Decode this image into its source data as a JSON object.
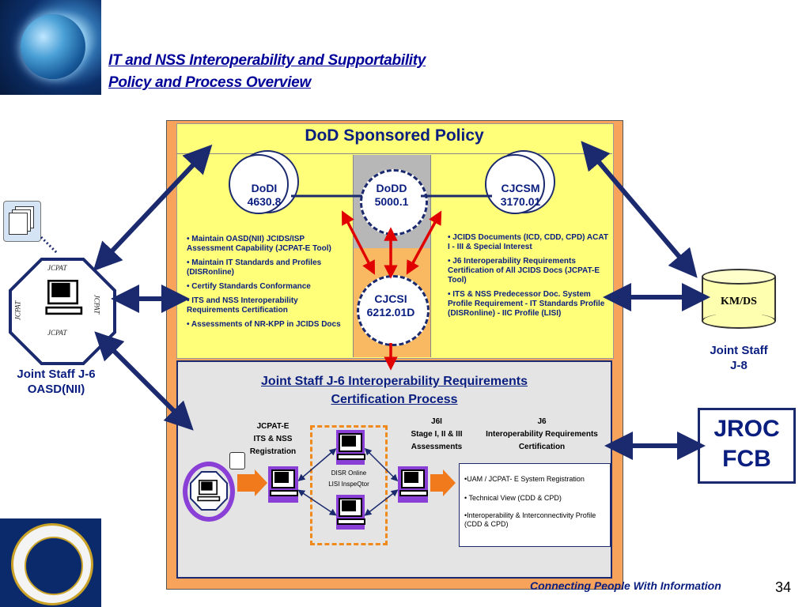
{
  "title": {
    "line1": "IT and NSS Interoperability and Supportability",
    "line2": "Policy and Process Overview"
  },
  "policy_box": {
    "header": "DoD Sponsored Policy",
    "dodi": {
      "line1": "DoDI",
      "line2": "4630.8"
    },
    "dodd": {
      "line1": "DoDD",
      "line2": "5000.1"
    },
    "cjcsm": {
      "line1": "CJCSM",
      "line2": "3170.01"
    },
    "cjcsi": {
      "line1": "CJCSI",
      "line2": "6212.01D"
    },
    "left_bullets": [
      "• Maintain OASD(NII) JCIDS/ISP Assessment Capability (JCPAT-E Tool)",
      "• Maintain IT Standards and Profiles (DISRonline)",
      "• Certify Standards Conformance",
      "• ITS and NSS Interoperability Requirements Certification",
      "• Assessments of NR-KPP in JCIDS Docs"
    ],
    "right_bullets": [
      "• JCIDS Documents (ICD, CDD, CPD) ACAT I - III  & Special Interest",
      "• J6 Interoperability Requirements Certification of All JCIDS Docs (JCPAT-E Tool)",
      "• ITS & NSS Predecessor Doc. System Profile Requirement - IT Standards Profile (DISRonline) - IIC Profile (LISI)"
    ]
  },
  "process_panel": {
    "title_line1": "Joint Staff J-6 Interoperability Requirements",
    "title_line2": "Certification Process",
    "jcpat_e": [
      "JCPAT-E",
      "ITS & NSS",
      "Registration"
    ],
    "disr": [
      "DISR  Online",
      "LISI  InspeQtor"
    ],
    "j6i": [
      "J6I",
      "Stage I, II & III",
      "Assessments"
    ],
    "j6": [
      "J6",
      "Interoperability Requirements",
      "Certification"
    ],
    "note_items": [
      "•UAM / JCPAT- E System Registration",
      "• Technical View (CDD & CPD)",
      "•Interoperability & Interconnectivity Profile (CDD & CPD)"
    ]
  },
  "left_entity": {
    "jcpat_label": "JCPAT",
    "line1": "Joint Staff J-6",
    "line2": "OASD(NII)"
  },
  "right_entity": {
    "kmds": "KM/DS",
    "line1": "Joint Staff",
    "line2": "J-8"
  },
  "jroc": {
    "line1": "JROC",
    "line2": "FCB"
  },
  "footer": "Connecting People With Information",
  "page_number": "34",
  "colors": {
    "navy": "#0a1e80",
    "yellow": "#ffff7a",
    "orange": "#f7a35c",
    "red_arrow": "#e00000",
    "purple": "#8a3fd6"
  }
}
